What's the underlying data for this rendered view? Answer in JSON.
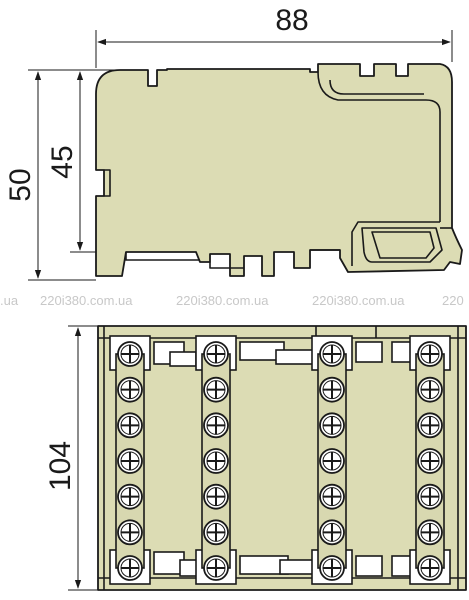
{
  "dimensions": {
    "width_label": "88",
    "height_outer_label": "50",
    "height_inner_label": "45",
    "length_label": "104"
  },
  "watermark": {
    "texts": [
      ".ua",
      "220i380.com.ua",
      "220i380.com.ua",
      "220i380.com.ua",
      "220"
    ]
  },
  "colors": {
    "body_fill": "#dcdcb4",
    "outline": "#1a1a1a",
    "watermark": "#c8c8c8"
  },
  "terminal_layout": {
    "bars": 4,
    "screws_per_bar": 7
  }
}
